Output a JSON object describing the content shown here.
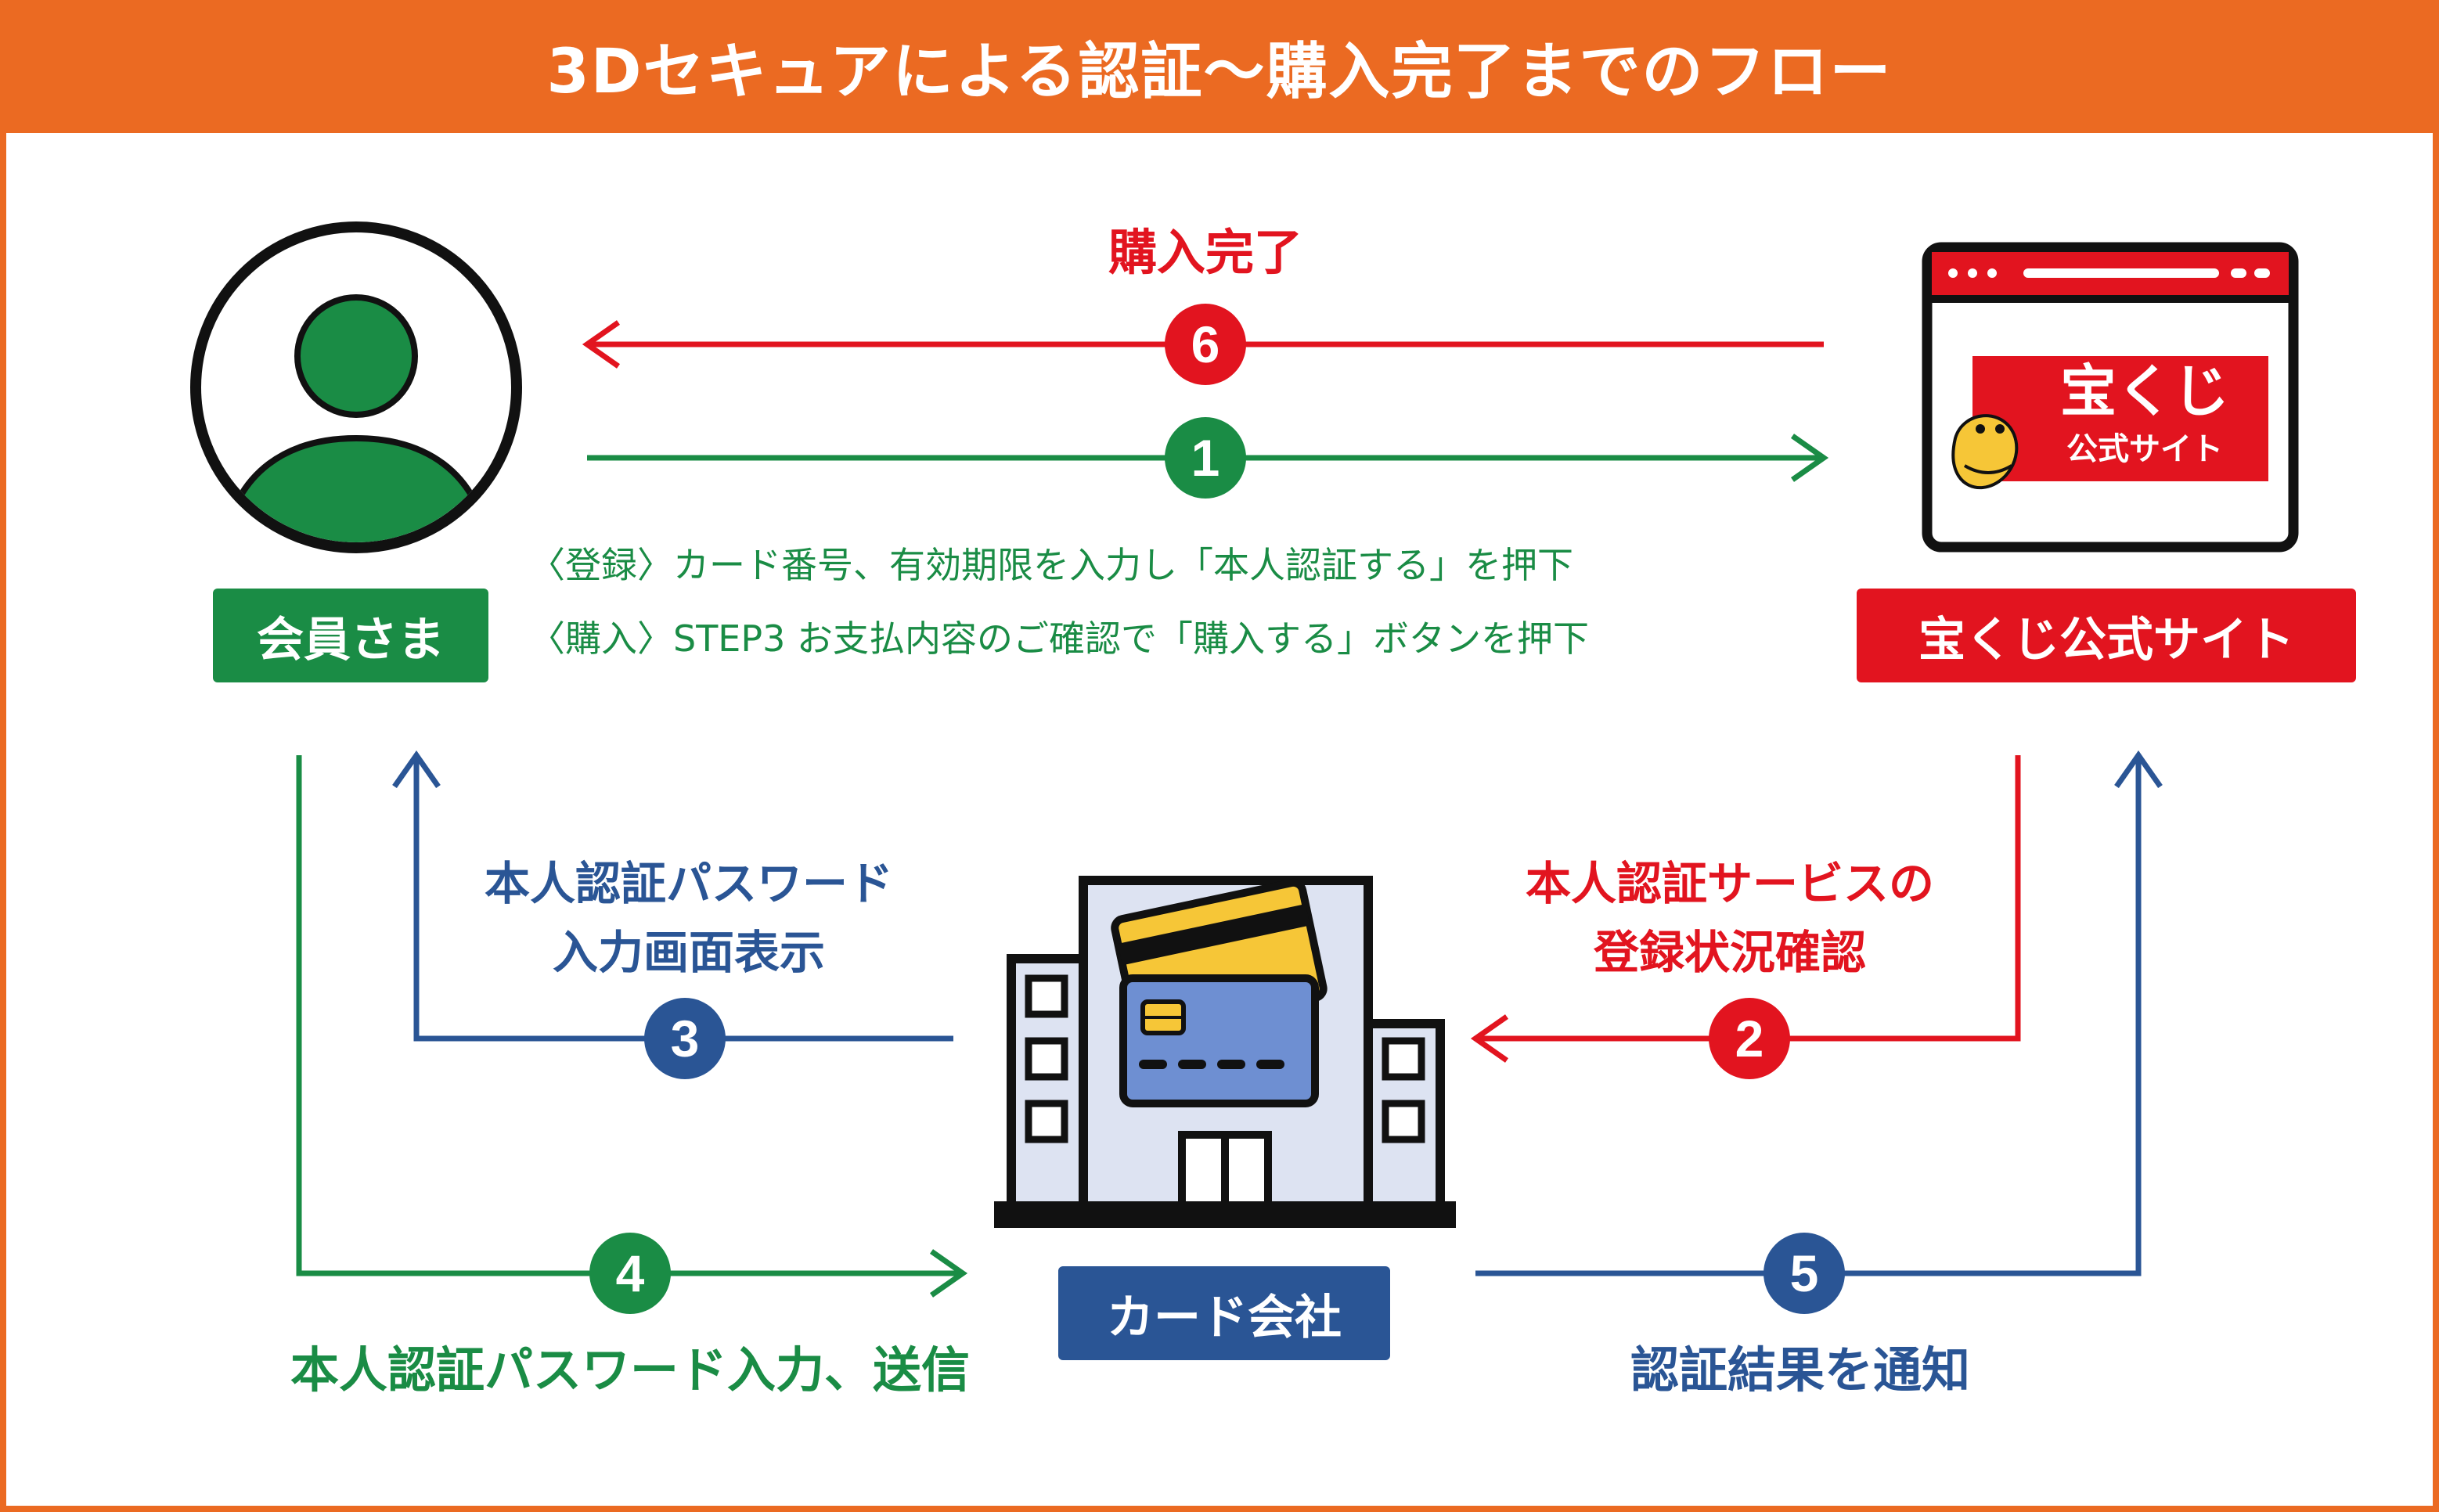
{
  "header": {
    "title": "3Dセキュアによる認証〜購入完了までのフロー"
  },
  "colors": {
    "orange": "#EB6A22",
    "green": "#1A8C45",
    "red": "#E2141F",
    "blue": "#2A5595"
  },
  "actors": {
    "member": "会員さま",
    "site": "宝くじ公式サイト",
    "card": "カード会社"
  },
  "logo": {
    "line1": "宝くじ",
    "line2": "公式サイト"
  },
  "steps": {
    "s1": {
      "num": "1",
      "line1": "〈登録〉カード番号、有効期限を入力し「本人認証する」を押下",
      "line2": "〈購入〉STEP3 お支払内容のご確認で「購入する」ボタンを押下"
    },
    "s2": {
      "num": "2",
      "line1": "本人認証サービスの",
      "line2": "登録状況確認"
    },
    "s3": {
      "num": "3",
      "line1": "本人認証パスワード",
      "line2": "入力画面表示"
    },
    "s4": {
      "num": "4",
      "label": "本人認証パスワード入力、送信"
    },
    "s5": {
      "num": "5",
      "label": "認証結果を通知"
    },
    "s6": {
      "num": "6",
      "label": "購入完了"
    }
  },
  "icons": [
    "user-icon",
    "browser-window-icon",
    "card-company-building-icon",
    "credit-card-icon"
  ]
}
